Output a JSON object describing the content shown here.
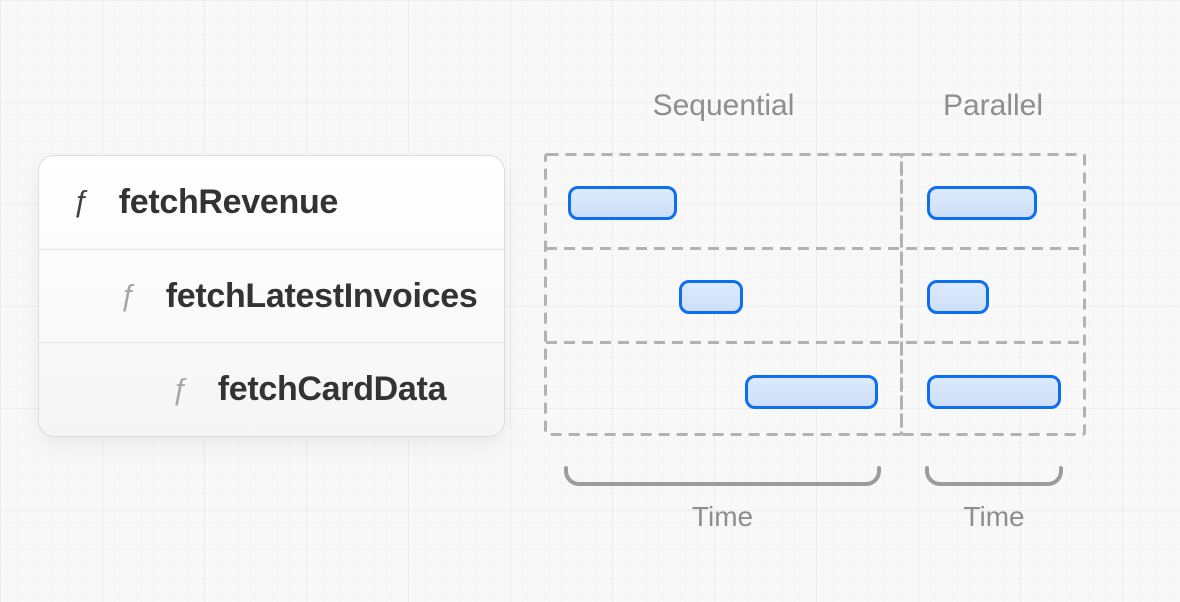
{
  "colors": {
    "bar_border": "#0d6ef2",
    "bar_fill_top": "#dceafd",
    "bar_fill_bottom": "#cddff8",
    "dashed_grid": "#b2b2b2",
    "bracket": "#9c9c9c",
    "gray_text": "#8e8e8e",
    "card_border": "#dcdcdc",
    "text_dark": "#333333",
    "icon_gray": "#a6a6a6"
  },
  "function_card": {
    "icon": "function-f-icon",
    "icon_glyph": "ƒ",
    "items": [
      {
        "label": "fetchRevenue",
        "level": 0
      },
      {
        "label": "fetchLatestInvoices",
        "level": 1
      },
      {
        "label": "fetchCardData",
        "level": 2
      }
    ]
  },
  "timeline": {
    "columns": [
      {
        "id": "sequential",
        "title": "Sequential",
        "time_label": "Time",
        "bars": [
          {
            "function": "fetchRevenue",
            "row": 0,
            "start": 0,
            "duration": 109
          },
          {
            "function": "fetchLatestInvoices",
            "row": 1,
            "start": 111,
            "duration": 64
          },
          {
            "function": "fetchCardData",
            "row": 2,
            "start": 177,
            "duration": 133
          }
        ]
      },
      {
        "id": "parallel",
        "title": "Parallel",
        "time_label": "Time",
        "bars": [
          {
            "function": "fetchRevenue",
            "row": 0,
            "start": 0,
            "duration": 110
          },
          {
            "function": "fetchLatestInvoices",
            "row": 1,
            "start": 0,
            "duration": 62
          },
          {
            "function": "fetchCardData",
            "row": 2,
            "start": 0,
            "duration": 134
          }
        ]
      }
    ]
  }
}
